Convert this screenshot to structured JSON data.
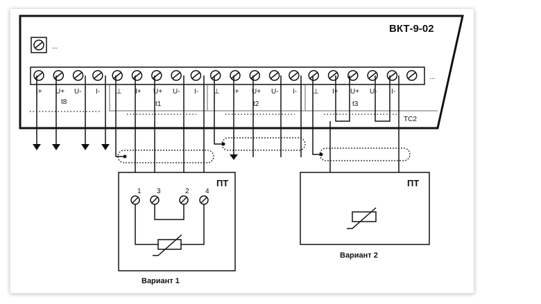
{
  "device": {
    "model": "ВКТ-9-02",
    "top_terminal_ellipsis": "...",
    "row_ellipsis": "..."
  },
  "terminal_labels": [
    {
      "text": "I+"
    },
    {
      "text": "U+"
    },
    {
      "text": "U-"
    },
    {
      "text": "I-"
    },
    {
      "text": "⊥"
    },
    {
      "text": "I+"
    },
    {
      "text": "U+"
    },
    {
      "text": "U-"
    },
    {
      "text": "I-"
    },
    {
      "text": "⊥"
    },
    {
      "text": "I+"
    },
    {
      "text": "U+"
    },
    {
      "text": "U-"
    },
    {
      "text": "I-"
    },
    {
      "text": "⊥"
    },
    {
      "text": "I+"
    },
    {
      "text": "U+"
    },
    {
      "text": "U-"
    },
    {
      "text": "I-"
    }
  ],
  "channel_labels": [
    {
      "text": "t8"
    },
    {
      "text": "t1"
    },
    {
      "text": "t2"
    },
    {
      "text": "t3"
    }
  ],
  "tc_label": "ТС2",
  "sensors": {
    "variant1": {
      "title": "ПТ",
      "caption": "Вариант 1",
      "pins": [
        {
          "text": "1"
        },
        {
          "text": "3"
        },
        {
          "text": "2"
        },
        {
          "text": "4"
        }
      ]
    },
    "variant2": {
      "title": "ПТ",
      "caption": "Вариант 2"
    }
  },
  "colors": {
    "line": "#111111",
    "separator": "#999999",
    "frame_border": "#e6e6e6"
  }
}
